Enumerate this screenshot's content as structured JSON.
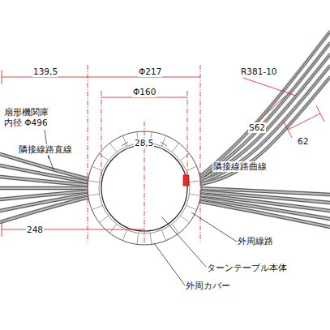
{
  "diagram": {
    "labels": [
      "139,5",
      "Φ217",
      "Φ160",
      "R381-10",
      "扇形機関庫 内径 Φ496",
      "28,5",
      "S62",
      "隣接線路直線",
      "隣接線路曲線",
      "62",
      "248",
      "外周線路",
      "ターンテーブル本体",
      "外周カバー"
    ]
  }
}
